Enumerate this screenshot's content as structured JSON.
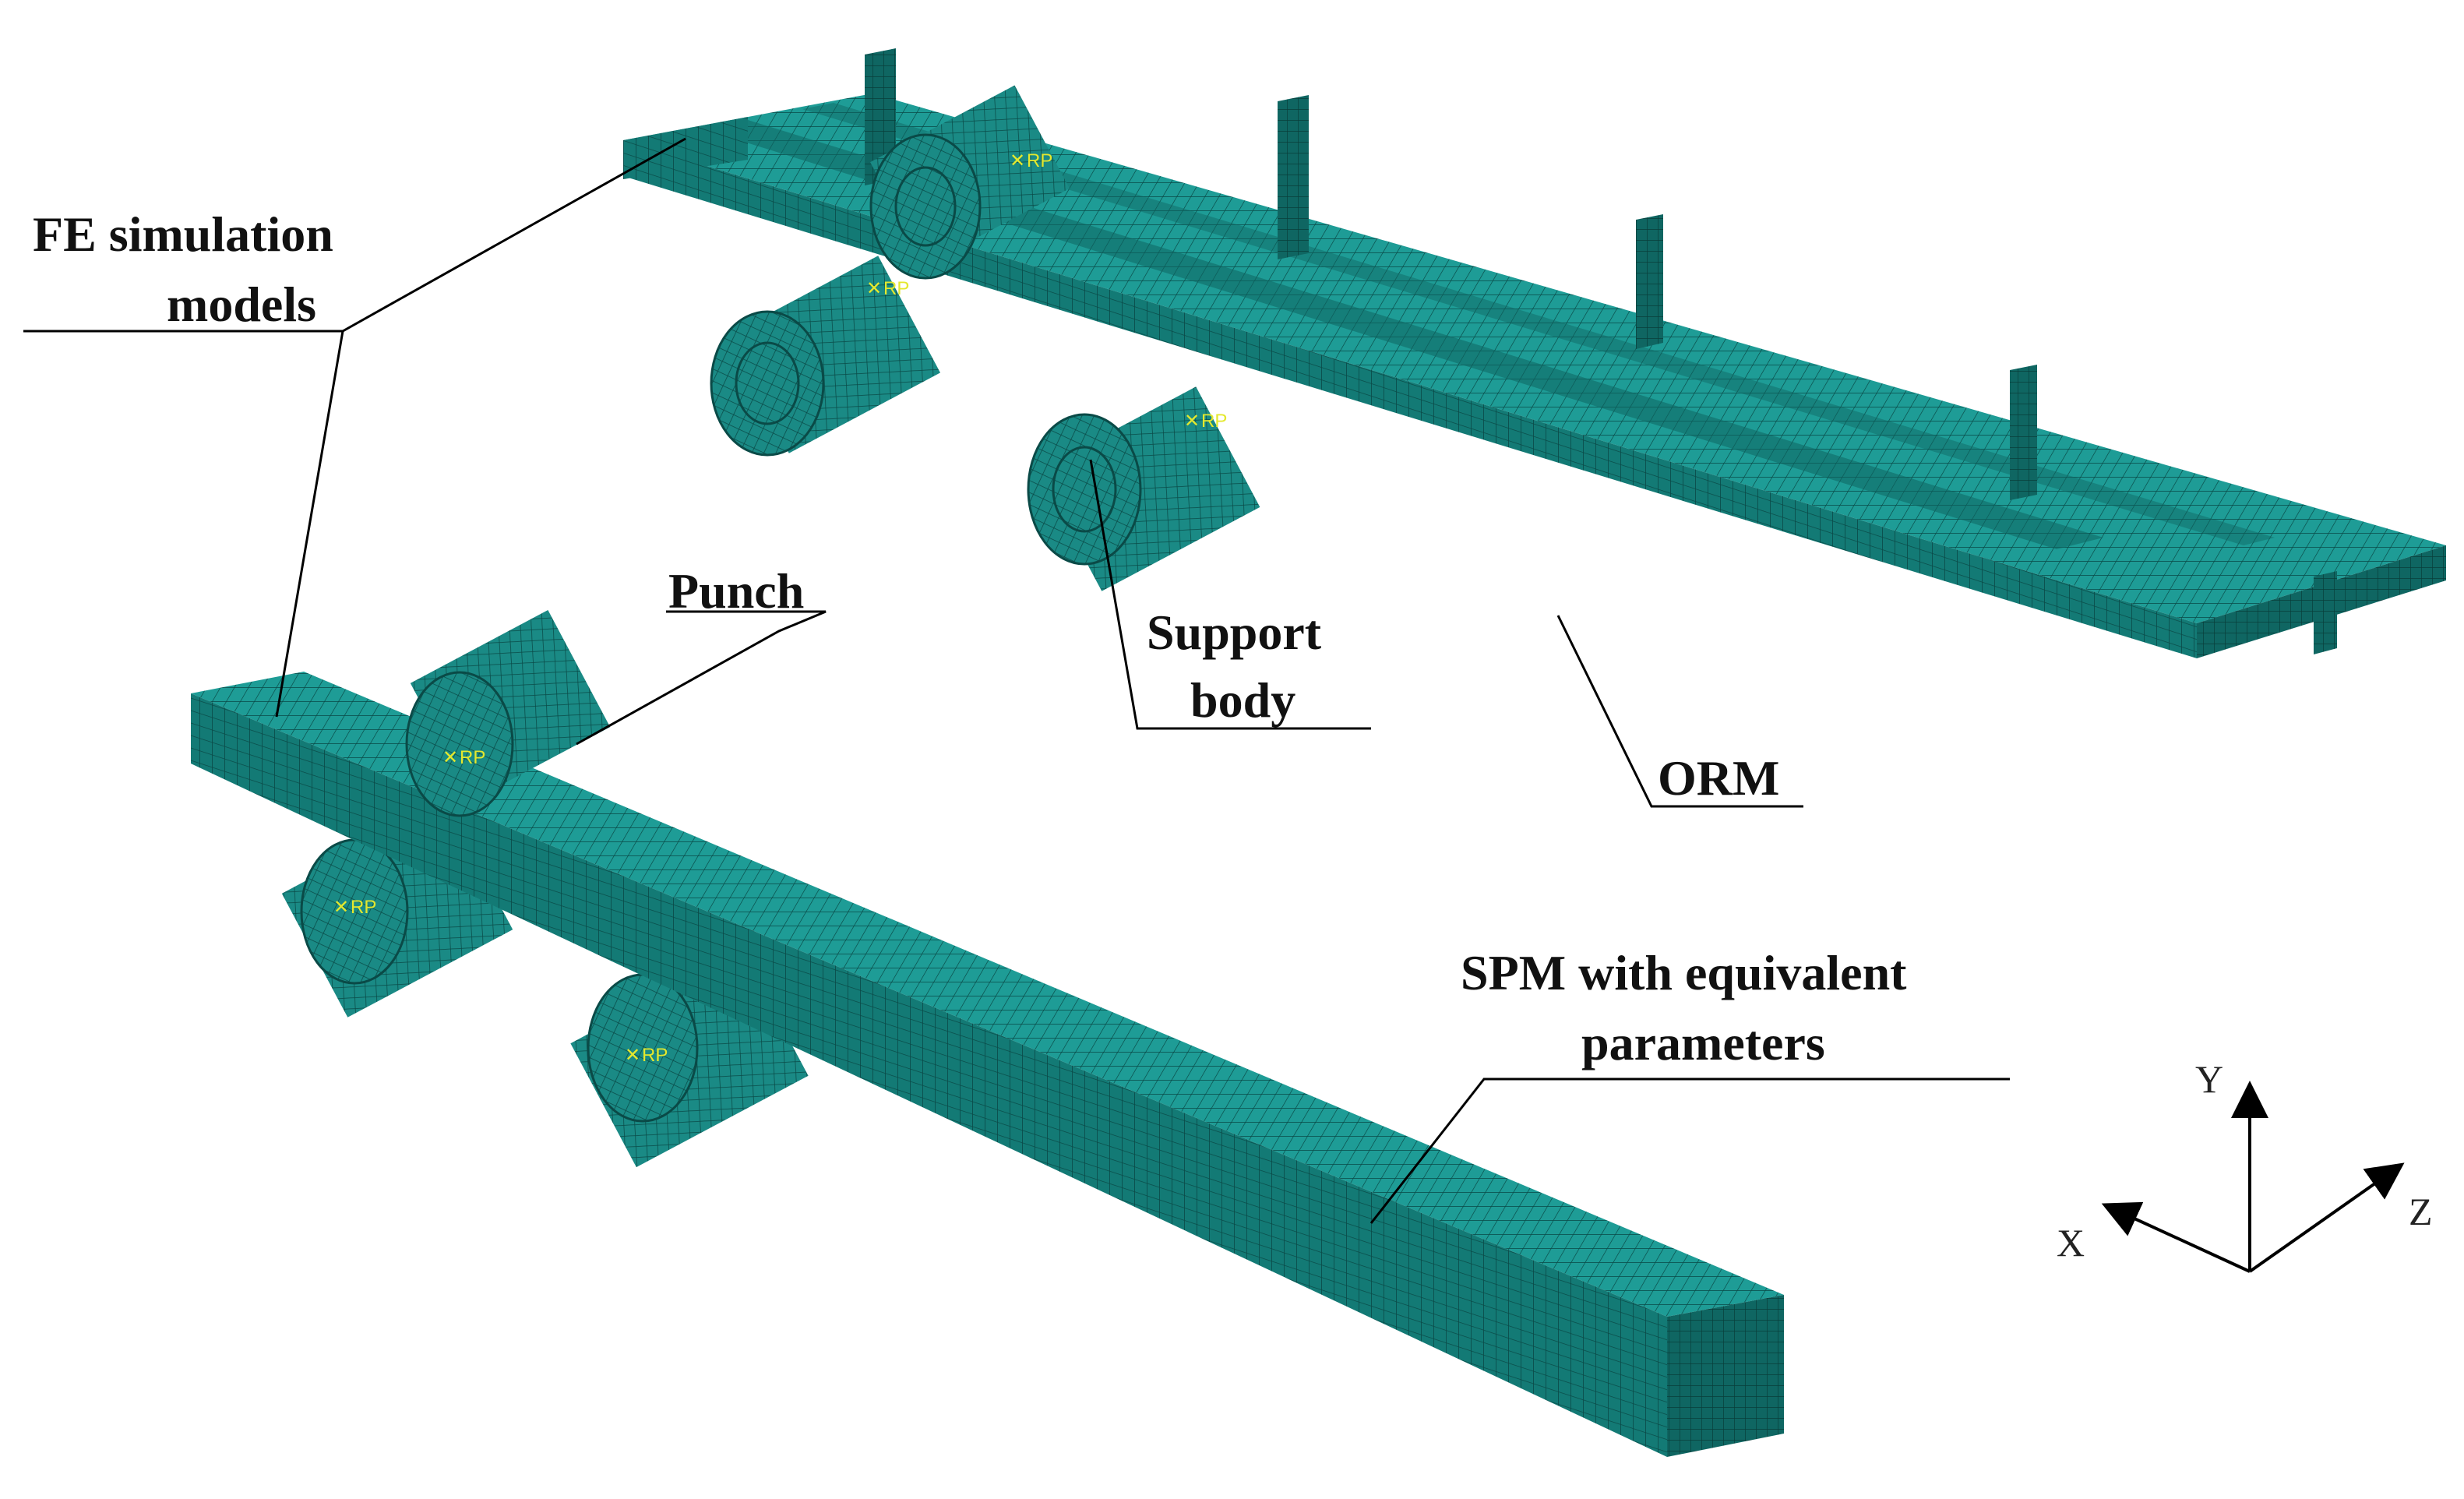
{
  "labels": {
    "fe_line1": "FE simulation",
    "fe_line2": "models",
    "punch": "Punch",
    "support_line1": "Support",
    "support_line2": "body",
    "orm": "ORM",
    "spm_line1": "SPM with equivalent",
    "spm_line2": "parameters"
  },
  "axes": {
    "y": "Y",
    "x": "X",
    "z": "Z"
  },
  "reference_point": "RP",
  "colors": {
    "mesh_top": "#1e9c96",
    "mesh_side": "#137a75",
    "mesh_end": "#0f6662",
    "mesh_grid": "#0a4a47",
    "roller_face": "#197f7b",
    "leader_line": "#000000",
    "rp_marker": "#e4e82e"
  }
}
